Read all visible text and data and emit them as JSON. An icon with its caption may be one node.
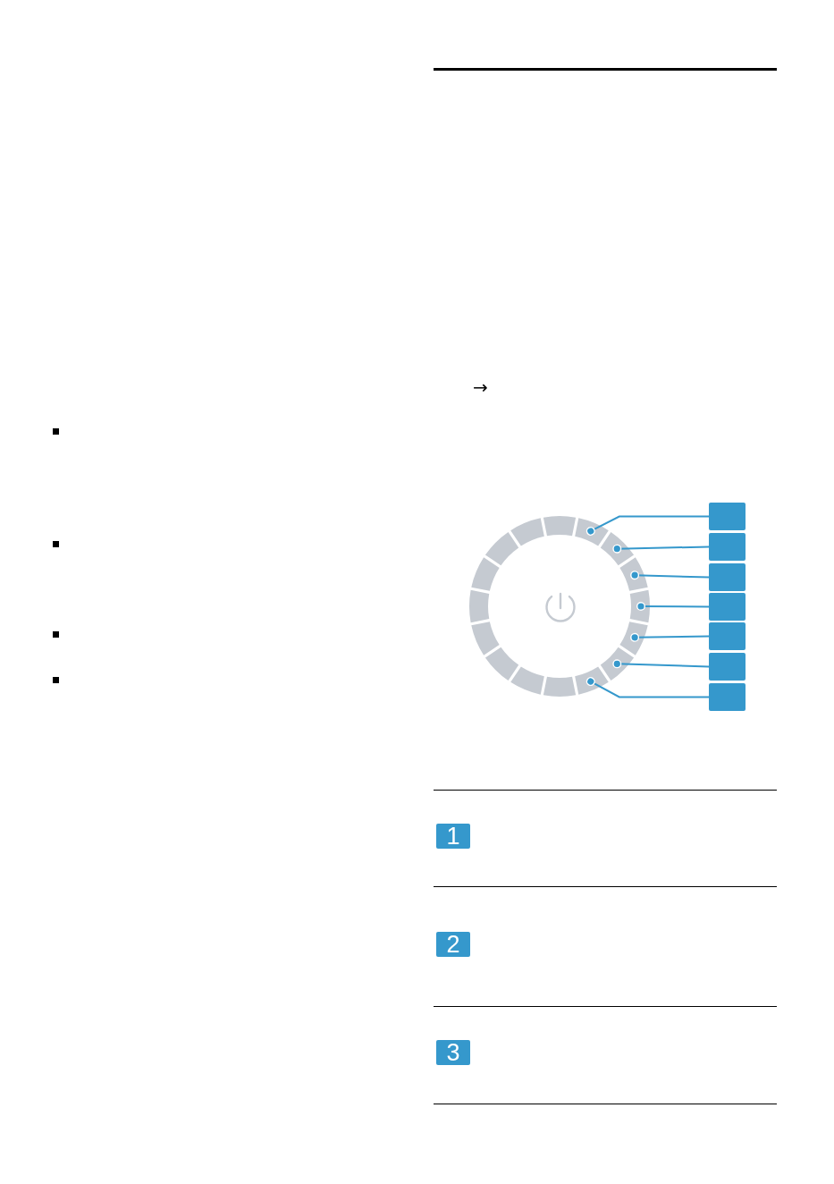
{
  "diagram": {
    "nodes": [
      {
        "text": [],
        "shape": "segment"
      },
      {
        "text": [],
        "shape": "segment"
      },
      {
        "text": [],
        "shape": "segment"
      },
      {
        "text": [],
        "shape": "segment"
      },
      {
        "text": [],
        "shape": "segment"
      },
      {
        "text": [],
        "shape": "segment"
      },
      {
        "text": [],
        "shape": "segment"
      },
      {
        "text": [],
        "shape": "segment"
      },
      {
        "text": [],
        "shape": "segment"
      },
      {
        "text": [],
        "shape": "segment"
      },
      {
        "text": [],
        "shape": "segment"
      },
      {
        "text": [],
        "shape": "segment"
      },
      {
        "text": [],
        "shape": "segment"
      },
      {
        "text": [],
        "shape": "segment"
      },
      {
        "text": [],
        "shape": "segment"
      },
      {
        "text": [],
        "shape": "segment"
      },
      {
        "text": [],
        "shape": "box"
      },
      {
        "text": [],
        "shape": "box"
      },
      {
        "text": [],
        "shape": "box"
      },
      {
        "text": [],
        "shape": "box"
      },
      {
        "text": [],
        "shape": "box"
      },
      {
        "text": [],
        "shape": "box"
      },
      {
        "text": [],
        "shape": "box"
      },
      {
        "text": [
          "1"
        ]
      },
      {
        "text": [
          "2"
        ]
      },
      {
        "text": [
          "3"
        ]
      }
    ],
    "edges": [
      {
        "from": 16,
        "to": 1,
        "arrow": "other"
      },
      {
        "from": 17,
        "to": 2,
        "arrow": "other"
      },
      {
        "from": 18,
        "to": 3,
        "arrow": "other"
      },
      {
        "from": 19,
        "to": 4,
        "arrow": "other"
      },
      {
        "from": 20,
        "to": 5,
        "arrow": "other"
      },
      {
        "from": 21,
        "to": 6,
        "arrow": "other"
      },
      {
        "from": 22,
        "to": 7,
        "arrow": "other"
      }
    ],
    "labels": [
      "→"
    ]
  }
}
